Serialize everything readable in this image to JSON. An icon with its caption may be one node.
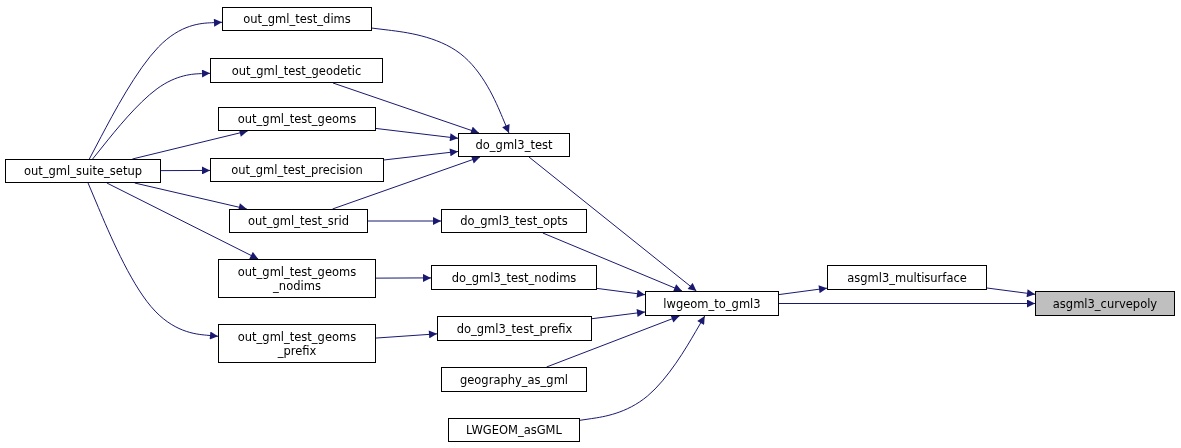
{
  "diagram": {
    "nodes": [
      {
        "text": [
          "out_gml_suite_setup"
        ]
      },
      {
        "text": [
          "out_gml_test_dims"
        ]
      },
      {
        "text": [
          "out_gml_test_geodetic"
        ]
      },
      {
        "text": [
          "out_gml_test_geoms"
        ]
      },
      {
        "text": [
          "out_gml_test_precision"
        ]
      },
      {
        "text": [
          "out_gml_test_srid"
        ]
      },
      {
        "text": [
          "out_gml_test_geoms _nodims"
        ]
      },
      {
        "text": [
          "out_gml_test_geoms _prefix"
        ]
      },
      {
        "text": [
          "do_gml3_test"
        ]
      },
      {
        "text": [
          "do_gml3_test_opts"
        ]
      },
      {
        "text": [
          "do_gml3_test_nodims"
        ]
      },
      {
        "text": [
          "do_gml3_test_prefix"
        ]
      },
      {
        "text": [
          "geography_as_gml"
        ]
      },
      {
        "text": [
          "LWGEOM_asGML"
        ]
      },
      {
        "text": [
          "lwgeom_to_gml3"
        ]
      },
      {
        "text": [
          "asgml3_multisurface"
        ]
      },
      {
        "text": [
          "asgml3_curvepoly"
        ]
      }
    ],
    "edges": [
      {
        "from": 0,
        "to": 1,
        "arrow": "to"
      },
      {
        "from": 0,
        "to": 2,
        "arrow": "to"
      },
      {
        "from": 0,
        "to": 3,
        "arrow": "to"
      },
      {
        "from": 0,
        "to": 4,
        "arrow": "to"
      },
      {
        "from": 0,
        "to": 5,
        "arrow": "to"
      },
      {
        "from": 0,
        "to": 6,
        "arrow": "to"
      },
      {
        "from": 0,
        "to": 7,
        "arrow": "to"
      },
      {
        "from": 1,
        "to": 8,
        "arrow": "to"
      },
      {
        "from": 2,
        "to": 8,
        "arrow": "to"
      },
      {
        "from": 3,
        "to": 8,
        "arrow": "to"
      },
      {
        "from": 4,
        "to": 8,
        "arrow": "to"
      },
      {
        "from": 5,
        "to": 8,
        "arrow": "to"
      },
      {
        "from": 5,
        "to": 9,
        "arrow": "to"
      },
      {
        "from": 6,
        "to": 10,
        "arrow": "to"
      },
      {
        "from": 7,
        "to": 11,
        "arrow": "to"
      },
      {
        "from": 8,
        "to": 14,
        "arrow": "to"
      },
      {
        "from": 9,
        "to": 14,
        "arrow": "to"
      },
      {
        "from": 10,
        "to": 14,
        "arrow": "to"
      },
      {
        "from": 11,
        "to": 14,
        "arrow": "to"
      },
      {
        "from": 12,
        "to": 14,
        "arrow": "to"
      },
      {
        "from": 13,
        "to": 14,
        "arrow": "to"
      },
      {
        "from": 14,
        "to": 15,
        "arrow": "to"
      },
      {
        "from": 14,
        "to": 16,
        "arrow": "to"
      },
      {
        "from": 15,
        "to": 16,
        "arrow": "to"
      }
    ]
  }
}
